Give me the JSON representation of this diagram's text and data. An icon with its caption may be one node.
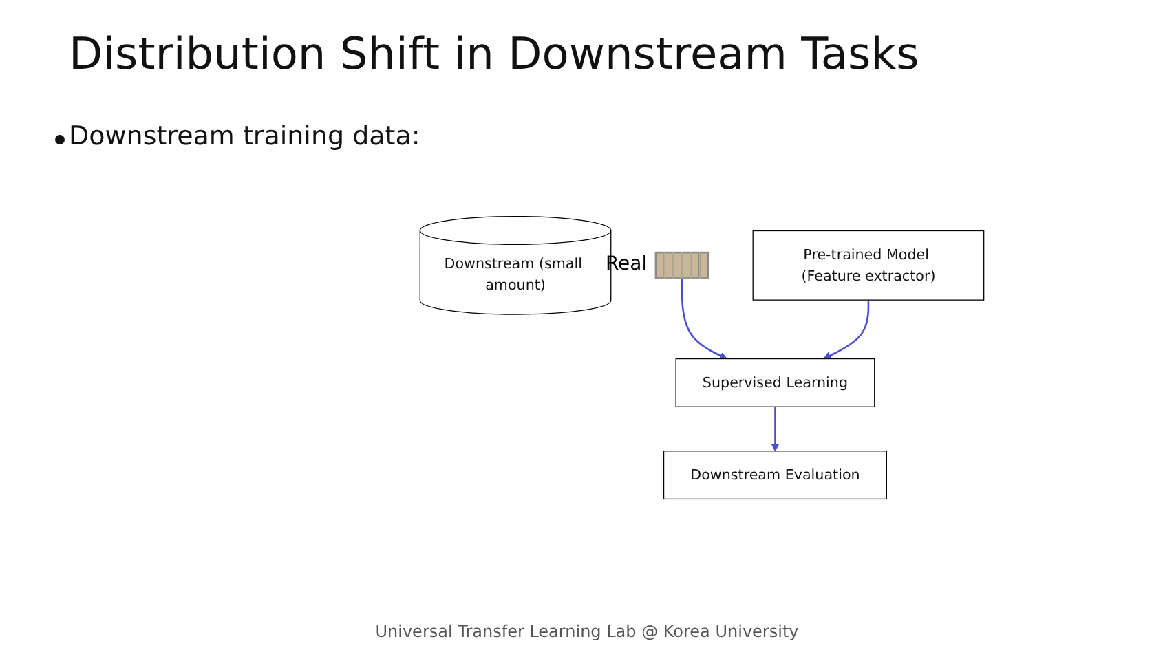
{
  "diagram": {
    "title": "Distribution Shift in Downstream Tasks",
    "nodes": [
      {
        "text": [
          "Downstream (small amount)"
        ]
      },
      {
        "text": [],
        "shape": "picture",
        "beside": [
          "Real"
        ]
      },
      {
        "text": [
          "Pre-trained Model (Feature extractor)"
        ]
      },
      {
        "text": [
          "Supervised Learning"
        ]
      },
      {
        "text": [
          "Downstream Evaluation"
        ]
      }
    ],
    "edges": [
      {
        "from": 1,
        "to": 3,
        "arrow": "to"
      },
      {
        "from": 2,
        "to": 3,
        "arrow": "to"
      },
      {
        "from": 3,
        "to": 4,
        "arrow": "to"
      }
    ],
    "labels": [
      "Downstream training data:",
      "Universal Transfer Learning Lab @ Korea University"
    ]
  }
}
